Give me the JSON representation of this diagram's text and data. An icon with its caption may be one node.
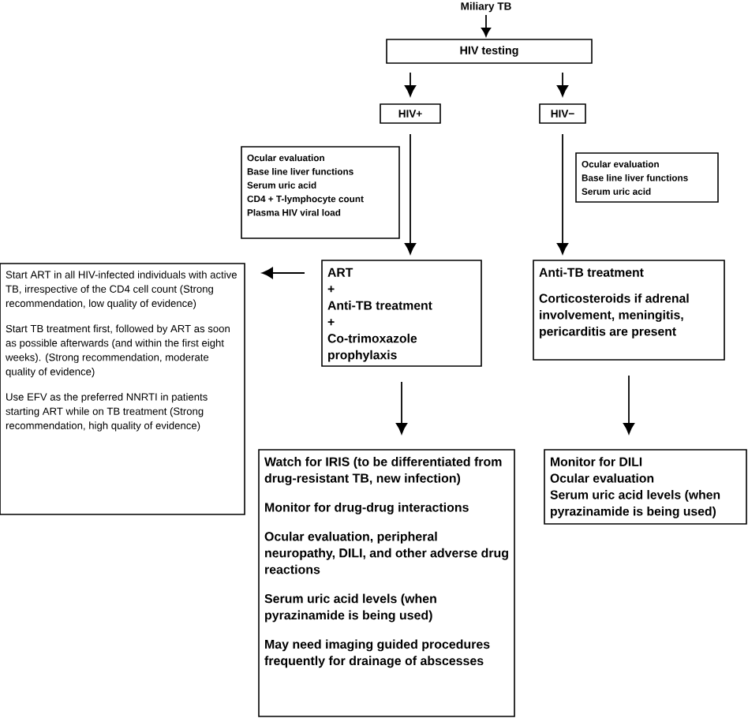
{
  "diagram": {
    "nodes": [
      {
        "text": [
          "Miliary TB"
        ]
      },
      {
        "text": [
          "HIV testing"
        ]
      },
      {
        "text": [
          "HIV+"
        ]
      },
      {
        "text": [
          "HIV−"
        ]
      },
      {
        "text": [
          "Ocular evaluation",
          "Base line liver functions",
          "Serum uric acid",
          "CD4 + T-lymphocyte count",
          "Plasma HIV viral load"
        ]
      },
      {
        "text": [
          "Ocular evaluation",
          "Base line liver functions",
          "Serum uric acid"
        ]
      },
      {
        "text": [
          "Start ART in all HIV-infected individuals with active TB, irrespective of the CD4 cell count (Strong recommendation, low quality of evidence)",
          "Start TB treatment first, followed by ART as soon as possible afterwards (and within the first eight weeks). (Strong recommendation, moderate quality of evidence)",
          "Use EFV as the preferred NNRTI in patients starting ART while on TB treatment (Strong recommendation, high quality of evidence)"
        ]
      },
      {
        "text": [
          "ART",
          "+",
          "Anti-TB treatment",
          "+",
          "Co-trimoxazole prophylaxis"
        ]
      },
      {
        "text": [
          "Anti-TB treatment",
          "Corticosteroids if adrenal involvement, meningitis, pericarditis are present"
        ]
      },
      {
        "text": [
          "Watch for IRIS (to be differentiated from drug-resistant TB, new infection)",
          "Monitor for drug-drug interactions",
          "Ocular evaluation, peripheral neuropathy, DILI, and other adverse drug reactions",
          "Serum uric acid levels (when pyrazinamide is being used)",
          "May need imaging guided procedures frequently for drainage of abscesses"
        ]
      },
      {
        "text": [
          "Monitor for DILI",
          "Ocular evaluation",
          "Serum uric acid levels (when pyrazinamide is being used)"
        ]
      }
    ],
    "edges": [
      {
        "from": 0,
        "to": 1,
        "arrow": "to"
      },
      {
        "from": 1,
        "to": 2,
        "arrow": "to"
      },
      {
        "from": 1,
        "to": 3,
        "arrow": "to"
      },
      {
        "from": 2,
        "to": 7,
        "arrow": "to"
      },
      {
        "from": 3,
        "to": 8,
        "arrow": "to"
      },
      {
        "from": 7,
        "to": 6,
        "arrow": "to"
      },
      {
        "from": 7,
        "to": 9,
        "arrow": "to"
      },
      {
        "from": 8,
        "to": 10,
        "arrow": "to"
      }
    ]
  }
}
